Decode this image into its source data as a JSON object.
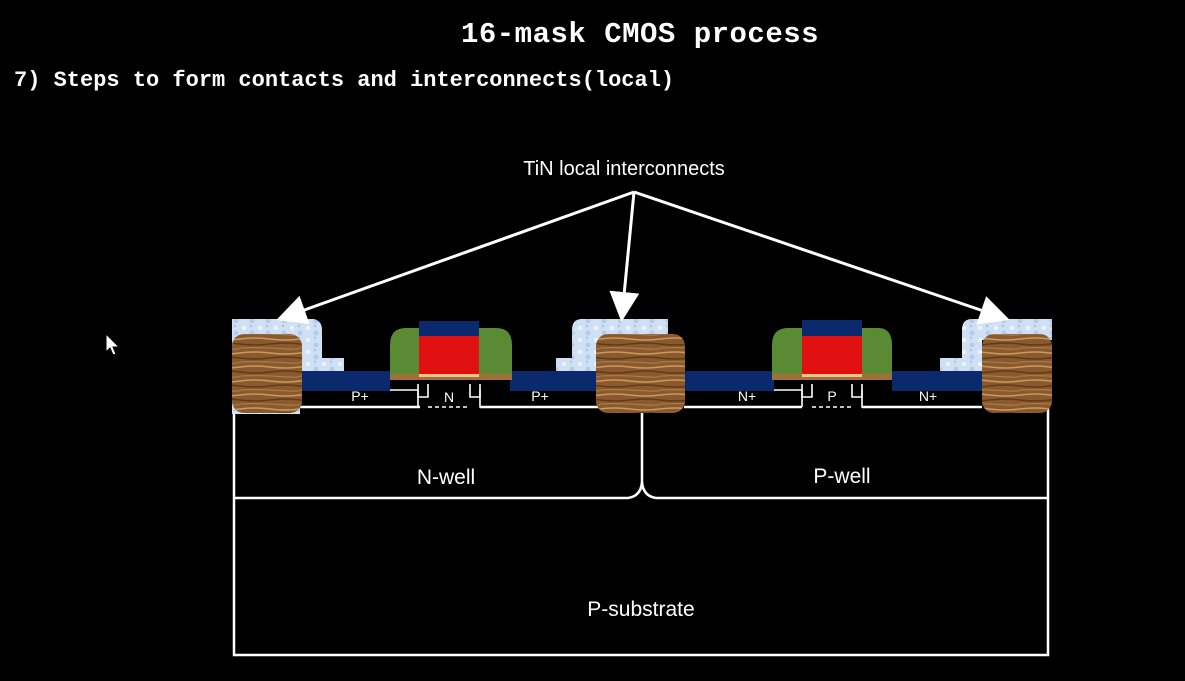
{
  "slide": {
    "title": "16-mask CMOS process",
    "subtitle": "7) Steps to form contacts and interconnects(local)"
  },
  "diagram": {
    "callout": "TiN local interconnects",
    "regions": {
      "p_plus_left": "P+",
      "n_channel": "N",
      "p_plus_right": "P+",
      "n_plus_left": "N+",
      "p_channel": "P",
      "n_plus_right": "N+",
      "n_well": "N-well",
      "p_well": "P-well",
      "substrate": "P-substrate"
    },
    "colors": {
      "background": "#000000",
      "outline": "#ffffff",
      "tin": "#c9dcf2",
      "source_drain": "#0b2a6e",
      "gate_poly": "#e01010",
      "spacer": "#5a8a34",
      "gate_oxide": "#a0703a",
      "field_oxide": "#8a5a2e",
      "silicide": "#0b2a6e"
    }
  }
}
